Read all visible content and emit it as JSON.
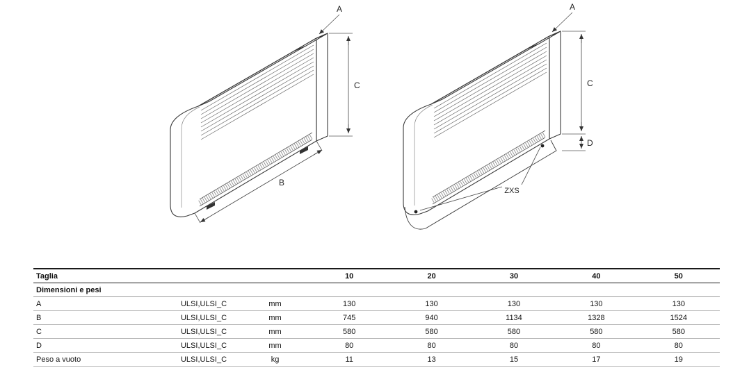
{
  "drawings": {
    "left": {
      "a": "A",
      "b": "B",
      "c": "C"
    },
    "right": {
      "a": "A",
      "c": "C",
      "d": "D",
      "zxs": "ZXS"
    }
  },
  "table": {
    "size_header_label": "Taglia",
    "sizes": [
      "10",
      "20",
      "30",
      "40",
      "50"
    ],
    "section_label": "Dimensioni e pesi",
    "rows": [
      {
        "label": "A",
        "models": "ULSI,ULSI_C",
        "unit": "mm",
        "values": [
          "130",
          "130",
          "130",
          "130",
          "130"
        ]
      },
      {
        "label": "B",
        "models": "ULSI,ULSI_C",
        "unit": "mm",
        "values": [
          "745",
          "940",
          "1134",
          "1328",
          "1524"
        ]
      },
      {
        "label": "C",
        "models": "ULSI,ULSI_C",
        "unit": "mm",
        "values": [
          "580",
          "580",
          "580",
          "580",
          "580"
        ]
      },
      {
        "label": "D",
        "models": "ULSI,ULSI_C",
        "unit": "mm",
        "values": [
          "80",
          "80",
          "80",
          "80",
          "80"
        ]
      },
      {
        "label": "Peso a vuoto",
        "models": "ULSI,ULSI_C",
        "unit": "kg",
        "values": [
          "11",
          "13",
          "15",
          "17",
          "19"
        ]
      }
    ]
  }
}
